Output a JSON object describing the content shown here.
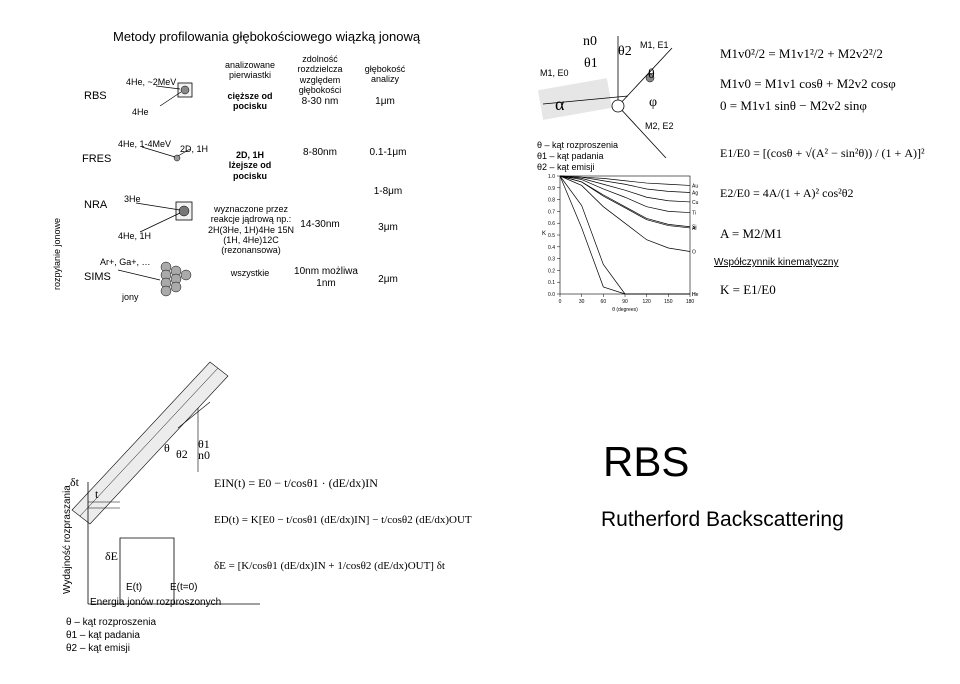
{
  "slide1": {
    "title": "Metody profilowania głębokościowego wiązką jonową",
    "col_headers": [
      "analizowane pierwiastki",
      "zdolność rozdzielcza względem głębokości",
      "głębokość analizy"
    ],
    "rows": [
      {
        "method": "RBS",
        "ions": [
          "4He, ~2MeV",
          "4He"
        ],
        "elements": "cięższe od pocisku",
        "resolution": "8-30 nm",
        "depth": "1μm"
      },
      {
        "method": "FRES",
        "ions": [
          "4He, 1-4MeV",
          "2D, 1H"
        ],
        "elements": "2D, 1H lżejsze od pocisku",
        "resolution": "8-80nm",
        "depth": "0.1-1μm"
      },
      {
        "method": "NRA",
        "ions": [
          "3He",
          "4He, 1H"
        ],
        "elements": "wyznaczone przez reakcje jądrową np.: 2H(3He, 1H)4He 15N (1H, 4He)12C (rezonansowa)",
        "resolution": "14-30nm",
        "depth_a": "1-8μm",
        "depth_b": "3μm"
      },
      {
        "method": "SIMS",
        "ions": [
          "Ar+, Ga+, …",
          "jony"
        ],
        "elements": "wszystkie",
        "resolution": "10nm możliwa 1nm",
        "depth": "2μm"
      }
    ],
    "side_label": "rozpylanie jonowe"
  },
  "slide2": {
    "kinematics_labels": {
      "n0": "n0",
      "theta1": "θ1",
      "theta2": "θ2",
      "theta": "θ",
      "phi": "φ",
      "alpha": "α",
      "m1e0": "M1, E0",
      "m1e1": "M1, E1",
      "m2e2": "M2, E2"
    },
    "legend": [
      "θ – kąt rozproszenia",
      "θ1 – kąt padania",
      "θ2 – kąt emisji"
    ],
    "equations": {
      "energy_cons": "M1v0²/2 = M1v1²/2 + M2v2²/2",
      "mom_x": "M1v0 = M1v1 cosθ + M2v2 cosφ",
      "mom_y": "0 = M1v1 sinθ − M2v2 sinφ",
      "e1": "E1/E0 = [(cosθ + √(A² − sin²θ)) / (1 + A)]²",
      "e2": "E2/E0 = 4A/(1 + A)² cos²θ2",
      "a": "A = M2/M1",
      "k_caption": "Współczynnik kinematyczny",
      "k": "K = E1/E0"
    },
    "chart_axis_label": "θ (degrees)"
  },
  "chart_data": {
    "type": "line",
    "title": "",
    "xlabel": "θ (degrees)",
    "ylabel": "K",
    "x": [
      0,
      30,
      60,
      90,
      120,
      150,
      180
    ],
    "xlim": [
      0,
      180
    ],
    "ylim": [
      0,
      1
    ],
    "yticks": [
      0.0,
      0.1,
      0.2,
      0.3,
      0.4,
      0.5,
      0.6,
      0.7,
      0.8,
      0.9,
      1.0
    ],
    "series": [
      {
        "name": "Au",
        "values": [
          1.0,
          0.99,
          0.98,
          0.96,
          0.94,
          0.93,
          0.92
        ]
      },
      {
        "name": "Ag",
        "values": [
          1.0,
          0.99,
          0.96,
          0.93,
          0.89,
          0.87,
          0.86
        ]
      },
      {
        "name": "Cu",
        "values": [
          1.0,
          0.98,
          0.93,
          0.88,
          0.82,
          0.79,
          0.78
        ]
      },
      {
        "name": "Ti",
        "values": [
          1.0,
          0.97,
          0.89,
          0.82,
          0.74,
          0.7,
          0.69
        ]
      },
      {
        "name": "Al",
        "values": [
          1.0,
          0.95,
          0.83,
          0.73,
          0.63,
          0.58,
          0.56
        ]
      },
      {
        "name": "Si",
        "values": [
          1.0,
          0.95,
          0.84,
          0.74,
          0.64,
          0.59,
          0.57
        ]
      },
      {
        "name": "O",
        "values": [
          1.0,
          0.92,
          0.74,
          0.6,
          0.46,
          0.39,
          0.36
        ]
      },
      {
        "name": "He",
        "values": [
          1.0,
          0.75,
          0.25,
          0.0,
          0.0,
          0.0,
          0.0
        ]
      },
      {
        "name": "H",
        "values": [
          1.0,
          0.56,
          0.06,
          0.0,
          0.0,
          0.0,
          0.0
        ]
      }
    ]
  },
  "slide3": {
    "labels": {
      "dt": "δt",
      "t": "t",
      "dE": "δE",
      "et": "E(t)",
      "e0": "E(t=0)",
      "theta": "θ",
      "theta1": "θ1",
      "theta2": "θ2",
      "n0": "n0"
    },
    "yaxis": "Wydajność rozpraszania",
    "xaxis": "Energia jonów rozproszonych",
    "legend": [
      "θ – kąt rozproszenia",
      "θ1 – kąt padania",
      "θ2 – kąt emisji"
    ],
    "equations": {
      "ein": "EIN(t) = E0 − t/cosθ1 · (dE/dx)IN",
      "ed": "ED(t) = K[E0 − t/cosθ1 (dE/dx)IN] − t/cosθ2 (dE/dx)OUT",
      "de": "δE = [K/cosθ1 (dE/dx)IN + 1/cosθ2 (dE/dx)OUT] δt"
    }
  },
  "slide4": {
    "acronym": "RBS",
    "full_name": "Rutherford Backscattering"
  }
}
